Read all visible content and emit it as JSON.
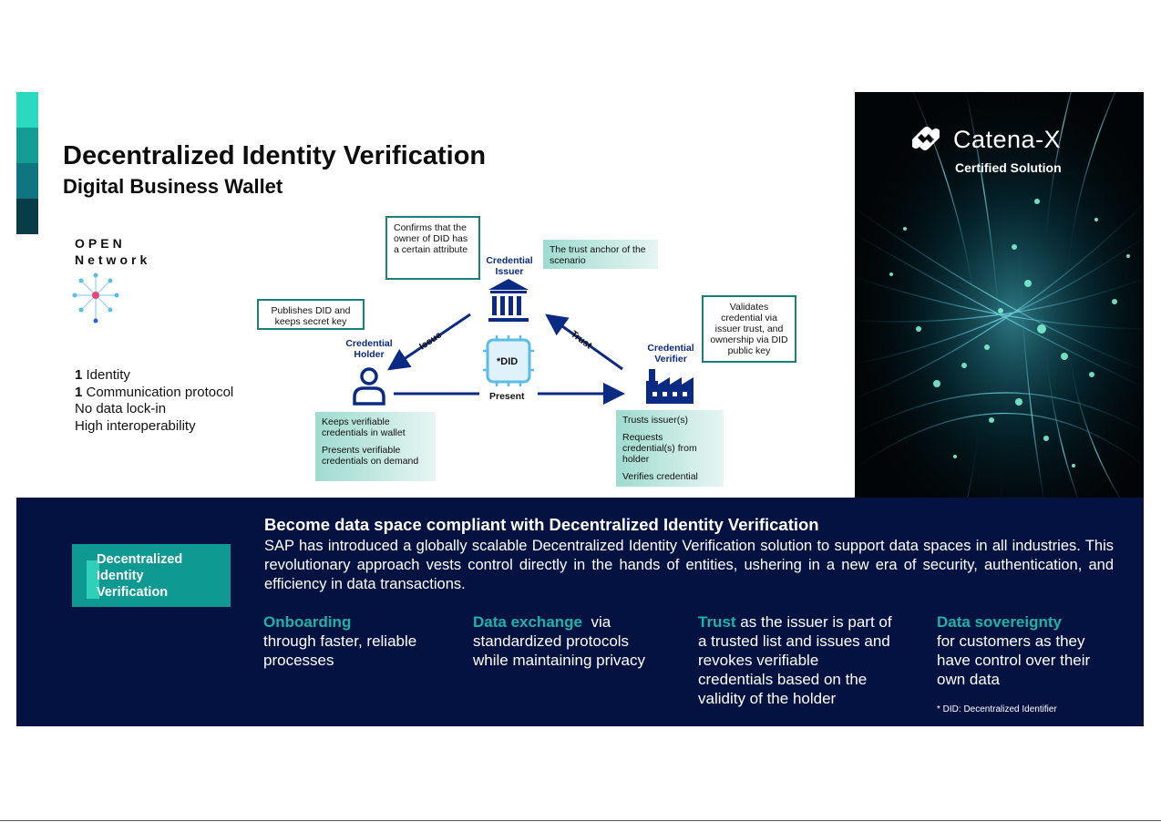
{
  "header": {
    "title": "Decentralized Identity Verification",
    "subtitle": "Digital Business Wallet"
  },
  "open_network": {
    "line1": "OPEN",
    "line2": "Network",
    "icon": "network-node-icon"
  },
  "features": [
    {
      "num": "1",
      "text": " Identity"
    },
    {
      "num": "1",
      "text": " Communication protocol"
    },
    {
      "num": "",
      "text": "No data lock-in"
    },
    {
      "num": "",
      "text": "High interoperability"
    }
  ],
  "diagram": {
    "issuer": {
      "label_line1": "Credential",
      "label_line2": "Issuer",
      "icon": "bank-icon"
    },
    "holder": {
      "label_line1": "Credential",
      "label_line2": "Holder",
      "icon": "user-icon"
    },
    "verifier": {
      "label_line1": "Credential",
      "label_line2": "Verifier",
      "icon": "factory-icon"
    },
    "did_chip": {
      "label": "*DID",
      "icon": "chip-icon"
    },
    "edges": {
      "issue": "Issue",
      "trust": "Trust",
      "present": "Present"
    },
    "notes": {
      "issuer_confirm": "Confirms that the owner of DID has a certain attribute",
      "trust_anchor": "The trust anchor of the scenario",
      "holder_publish": "Publishes DID and keeps secret key",
      "verifier_validate": "Validates credential via issuer trust, and ownership via DID public key",
      "holder_tasks": [
        "Keeps verifiable credentials in wallet",
        "Presents verifiable credentials on demand"
      ],
      "verifier_tasks": [
        "Trusts issuer(s)",
        "Requests credential(s) from holder",
        "Verifies credential"
      ]
    },
    "colors": {
      "navy": "#0b2a83",
      "teal": "#1a7f7a"
    }
  },
  "brand": {
    "name": "Catena-X",
    "sub": "Certified Solution",
    "logo_icon": "catena-x-logo-icon"
  },
  "banner": {
    "badge_lines": [
      "Decentralized",
      "Identity",
      "Verification"
    ],
    "title": "Become data space compliant with Decentralized Identity Verification",
    "paragraph": "SAP has introduced a globally scalable Decentralized Identity Verification solution to support data spaces in all industries. This revolutionary approach vests control directly in the hands of entities, ushering in a new era of security, authentication, and efficiency in data transactions.",
    "columns": [
      {
        "highlight": "Onboarding",
        "rest": "through faster, reliable processes"
      },
      {
        "highlight": "Data exchange",
        "rest": "via standardized protocols while maintaining privacy"
      },
      {
        "highlight": "Trust",
        "rest": "as the issuer is part of a trusted list and issues and revokes verifiable credentials based on the validity of the holder"
      },
      {
        "highlight": "Data sovereignty",
        "rest": "for customers as they have control over their own data"
      }
    ],
    "footnote": "* DID: Decentralized Identifier",
    "colors": {
      "background": "#041242",
      "highlight": "#1db3a8",
      "badge": "#0e9a92"
    }
  }
}
